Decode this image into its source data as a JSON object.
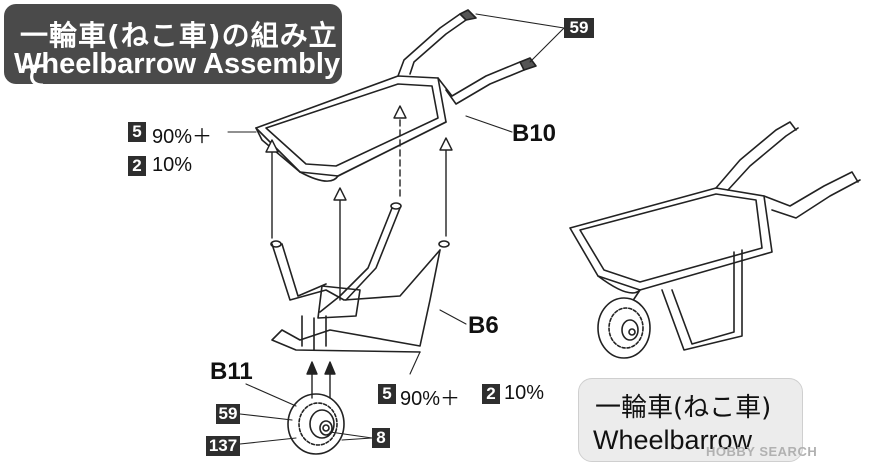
{
  "title": {
    "jp": "一輪車(ねこ車)の組み立て",
    "en": "Wheelbarrow Assembly"
  },
  "parts": {
    "b10": "B10",
    "b6": "B6",
    "b11": "B11"
  },
  "callouts": {
    "n59_top": "59",
    "paint1": {
      "num_a": "5",
      "text_a": "90%＋",
      "num_b": "2",
      "text_b": "10%"
    },
    "paint2": {
      "num_a": "5",
      "text_a": "90%＋",
      "num_b": "2",
      "text_b": "10%"
    },
    "n59_wheel": "59",
    "n137": "137",
    "n8": "8"
  },
  "caption": {
    "jp": "一輪車(ねこ車)",
    "en": "Wheelbarrow"
  },
  "watermark": "HOBBY SEARCH"
}
